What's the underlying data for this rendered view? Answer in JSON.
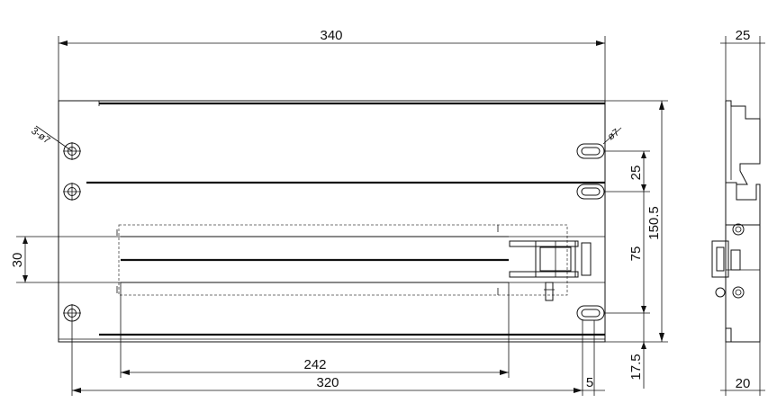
{
  "drawing": {
    "overall_width": "340",
    "side_depth_top": "25",
    "side_depth_bottom": "20",
    "hole_callout_left": "3-ø7",
    "hole_callout_right": "ø7",
    "rail_spacing": "25",
    "overall_height": "150.5",
    "mount_pitch": "75",
    "bottom_offset": "17.5",
    "left_height": "30",
    "inner_length": "242",
    "mount_length": "320",
    "edge_offset": "5"
  }
}
